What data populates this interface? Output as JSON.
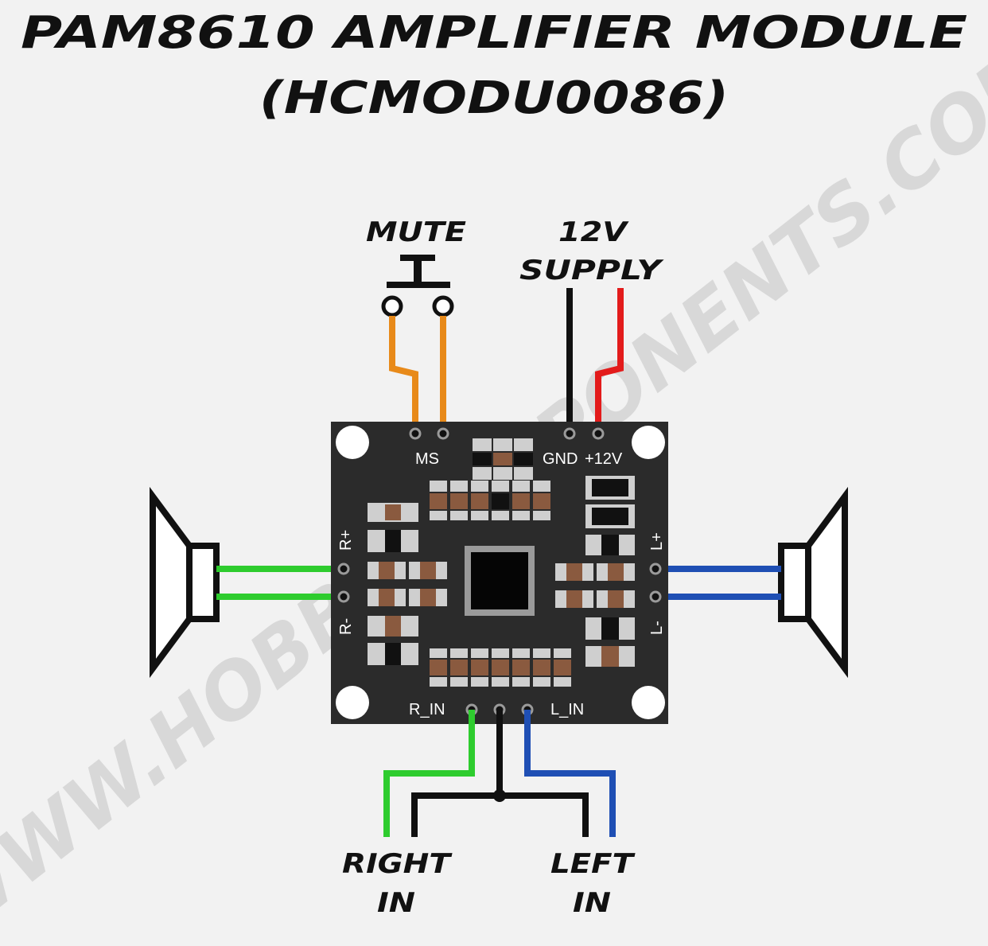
{
  "title": {
    "line1": "PAM8610 AMPLIFIER MODULE",
    "line2": "(HCMODU0086)"
  },
  "watermark": "WWW.HOBBYCOMPONENTS.COM",
  "labels": {
    "mute": "MUTE",
    "supply_line1": "12V",
    "supply_line2": "SUPPLY",
    "right_in_line1": "RIGHT",
    "right_in_line2": "IN",
    "left_in_line1": "LEFT",
    "left_in_line2": "IN"
  },
  "pcb": {
    "ms": "MS",
    "gnd": "GND",
    "plus12v": "+12V",
    "r_plus": "R+",
    "r_minus": "R-",
    "l_plus": "L+",
    "l_minus": "L-",
    "r_in": "R_IN",
    "l_in": "L_IN"
  },
  "colors": {
    "background": "#f2f2f2",
    "pcb": "#2b2b2b",
    "wire_mute": "#e88a1a",
    "wire_gnd": "#111111",
    "wire_plus12v": "#e31b1b",
    "wire_right": "#2ecc2e",
    "wire_left": "#1f4fb4",
    "wire_audio_gnd": "#111111",
    "pad": "#cfcfcf",
    "component": "#8a5a3f"
  }
}
